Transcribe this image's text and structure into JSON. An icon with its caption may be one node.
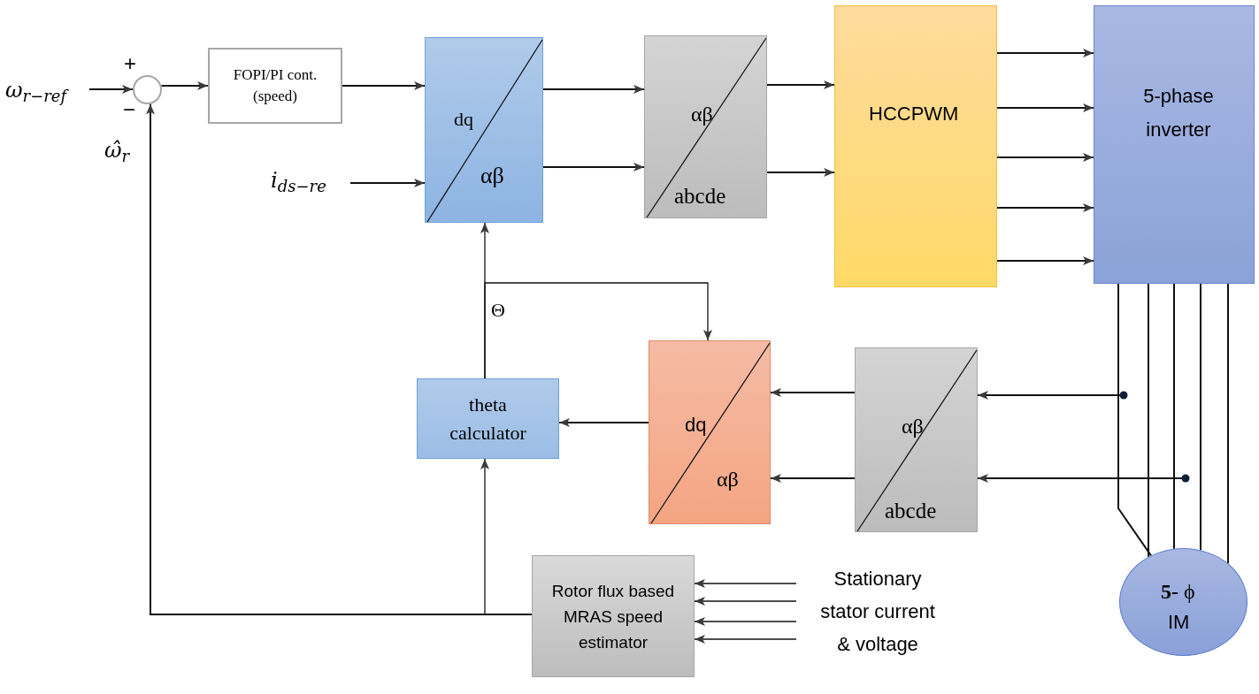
{
  "diagram": {
    "nodes": [
      {
        "text": [
          "ω$_{r−ref}$"
        ]
      },
      {
        "text": [],
        "shape": "circle"
      },
      {
        "text": [
          "FOPI/PI cont. (speed)"
        ]
      },
      {
        "text": [
          "dq",
          "αβ"
        ]
      },
      {
        "text": [
          "i$_{ds−re}$"
        ]
      },
      {
        "text": [
          "αβ",
          "abcde"
        ]
      },
      {
        "text": [
          "HCCPWM"
        ]
      },
      {
        "text": [
          "5-phase inverter"
        ]
      },
      {
        "text": [
          "**5-** ϕ",
          "IM"
        ]
      },
      {
        "text": [
          "dq",
          "αβ"
        ]
      },
      {
        "text": [
          "αβ",
          "abcde"
        ]
      },
      {
        "text": [
          "theta calculator"
        ]
      },
      {
        "text": [
          "Rotor flux based MRAS speed estimator"
        ]
      },
      {
        "text": [
          "Stationary stator current & voltage"
        ]
      }
    ],
    "edges": [
      {
        "from": 0,
        "to": 1,
        "arrow": "to"
      },
      {
        "from": 1,
        "to": 2,
        "arrow": "to"
      },
      {
        "from": 2,
        "to": 3,
        "arrow": "to"
      },
      {
        "from": 4,
        "to": 3,
        "arrow": "to"
      },
      {
        "from": 3,
        "to": 5,
        "arrow": "to"
      },
      {
        "from": 3,
        "to": 5,
        "arrow": "to"
      },
      {
        "from": 5,
        "to": 6,
        "arrow": "to"
      },
      {
        "from": 5,
        "to": 6,
        "arrow": "to"
      },
      {
        "from": 6,
        "to": 7,
        "arrow": "to"
      },
      {
        "from": 6,
        "to": 7,
        "arrow": "to"
      },
      {
        "from": 6,
        "to": 7,
        "arrow": "to"
      },
      {
        "from": 6,
        "to": 7,
        "arrow": "to"
      },
      {
        "from": 6,
        "to": 7,
        "arrow": "to"
      },
      {
        "from": 7,
        "to": 8,
        "arrow": "none"
      },
      {
        "from": 7,
        "to": 8,
        "arrow": "none"
      },
      {
        "from": 7,
        "to": 8,
        "arrow": "none"
      },
      {
        "from": 7,
        "to": 8,
        "arrow": "none"
      },
      {
        "from": 7,
        "to": 8,
        "arrow": "none"
      },
      {
        "from": null,
        "to": 10,
        "arrow": "to"
      },
      {
        "from": null,
        "to": 10,
        "arrow": "to"
      },
      {
        "from": 10,
        "to": 9,
        "arrow": "to"
      },
      {
        "from": 10,
        "to": 9,
        "arrow": "to"
      },
      {
        "from": 9,
        "to": 11,
        "arrow": "to"
      },
      {
        "from": 11,
        "to": 3,
        "arrow": "to"
      },
      {
        "from": 11,
        "to": 9,
        "arrow": "to"
      },
      {
        "from": 12,
        "to": 11,
        "arrow": "to"
      },
      {
        "from": 12,
        "to": 1,
        "arrow": "to"
      },
      {
        "from": 13,
        "to": 12,
        "arrow": "to"
      },
      {
        "from": 13,
        "to": 12,
        "arrow": "to"
      },
      {
        "from": 13,
        "to": 12,
        "arrow": "to"
      },
      {
        "from": 13,
        "to": 12,
        "arrow": "to"
      }
    ],
    "labels": [
      "+",
      "−",
      "ω̂$_{r}$",
      "Θ"
    ]
  }
}
